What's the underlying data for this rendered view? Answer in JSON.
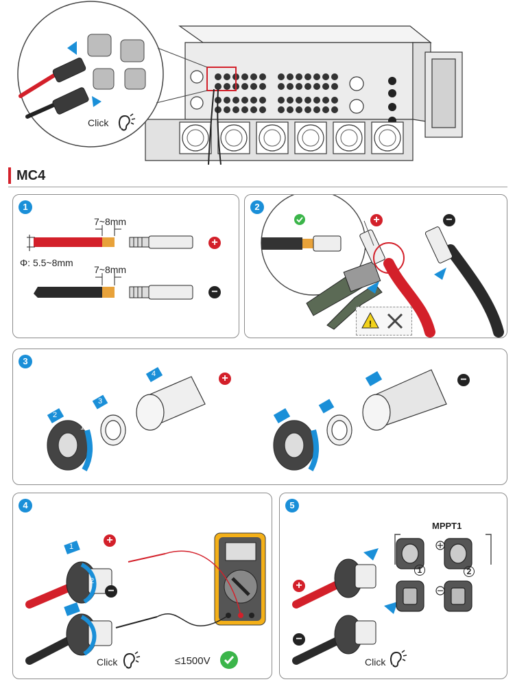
{
  "section": {
    "title": "MC4"
  },
  "click_labels": {
    "top": "Click",
    "step4": "Click",
    "step5": "Click"
  },
  "steps": [
    {
      "num": "1",
      "dim_top": "7~8mm",
      "dim_diameter": "Φ: 5.5~8mm",
      "dim_bottom": "7~8mm"
    },
    {
      "num": "2"
    },
    {
      "num": "3",
      "callouts": [
        "1",
        "2",
        "3",
        "4"
      ]
    },
    {
      "num": "4",
      "voltage": "≤1500V",
      "callouts": [
        "1",
        "2"
      ]
    },
    {
      "num": "5",
      "mppt_label": "MPPT1",
      "port_1": "1",
      "port_2": "2"
    }
  ],
  "colors": {
    "accent": "#1a8fd8",
    "positive": "#d3202a",
    "negative": "#222222",
    "ok": "#3bb54a",
    "warning": "#f2d21b"
  },
  "icons": [
    "ear-click-icon",
    "check-icon",
    "plus-icon",
    "minus-icon",
    "warning-icon",
    "tools-icon"
  ]
}
